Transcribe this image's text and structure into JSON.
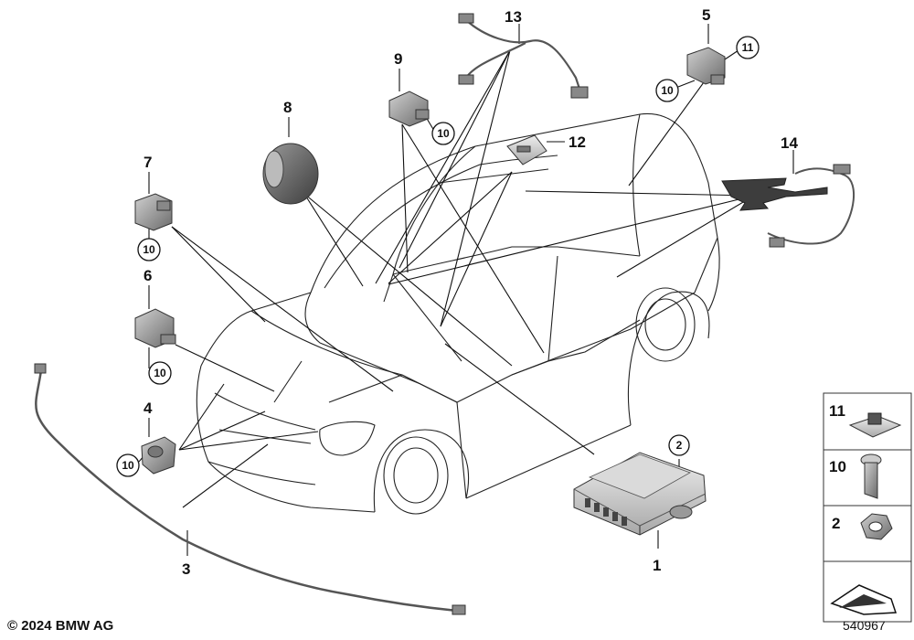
{
  "callouts": {
    "c1": "1",
    "c2": "2",
    "c3": "3",
    "c4": "4",
    "c5": "5",
    "c6": "6",
    "c7": "7",
    "c8": "8",
    "c9": "9",
    "c10": "10",
    "c11": "11",
    "c12": "12",
    "c13": "13",
    "c14": "14"
  },
  "legend": {
    "item11": "11",
    "item10": "10",
    "item2": "2"
  },
  "copyright": "© 2024 BMW AG",
  "image_id": "540967"
}
